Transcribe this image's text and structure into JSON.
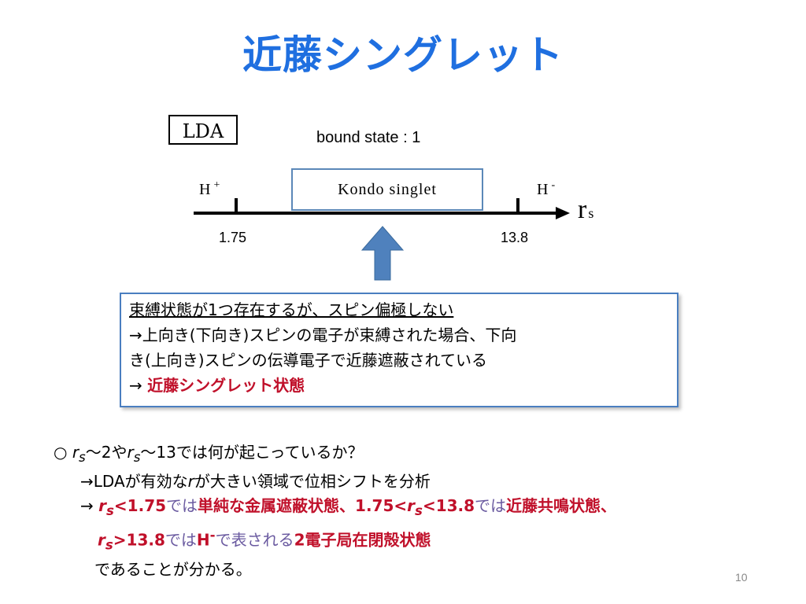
{
  "title": "近藤シングレット",
  "lda_label": "LDA",
  "bound_state": "bound state : 1",
  "axis": {
    "h_plus_label": "H",
    "h_plus_sup": "+",
    "h_minus_label": "H",
    "h_minus_sup": "-",
    "kondo_label": "Kondo singlet",
    "rs_label": "r",
    "rs_sub": "s",
    "tick1": "1.75",
    "tick2": "13.8"
  },
  "explanation": {
    "line1": "束縛状態が1つ存在するが、スピン偏極しない",
    "line2": "→上向き(下向き)スピンの電子が束縛された場合、下向",
    "line3": "き(上向き)スピンの伝導電子で近藤遮蔽されている",
    "line4_prefix": "→ ",
    "line4_red": "近藤シングレット状態"
  },
  "bullet": {
    "line1": {
      "mark": "○ ",
      "r1": "r",
      "s1": "s",
      "t1": "～2や",
      "r2": "r",
      "s2": "s",
      "t2": "～13では何が起こっているか？"
    },
    "line2": {
      "arrow": "→",
      "t1": "LDAが有効な",
      "r": "r",
      "t2": "が大きい領域で位相シフトを分析"
    },
    "line3": {
      "arrow": "→ ",
      "r1": "r",
      "s1": "s",
      "a": "<1.75",
      "b": "では",
      "c": "単純な金属遮蔽状態、1.75<",
      "r2": "r",
      "s2": "s",
      "d": "<13.8",
      "e": "では",
      "f": "近藤共鳴状態、"
    },
    "line4": {
      "r": "r",
      "s": "s",
      "a": ">13.8",
      "b": "では",
      "c": "H",
      "csup": "-",
      "d": "で表される",
      "e": "2電子局在閉殻状態"
    },
    "line5": "であることが分かる。"
  },
  "page_number": "10",
  "colors": {
    "title": "#1f6fe0",
    "arrow": "#4f81bd",
    "red": "#c0102a",
    "purple": "#6a5aa0"
  }
}
